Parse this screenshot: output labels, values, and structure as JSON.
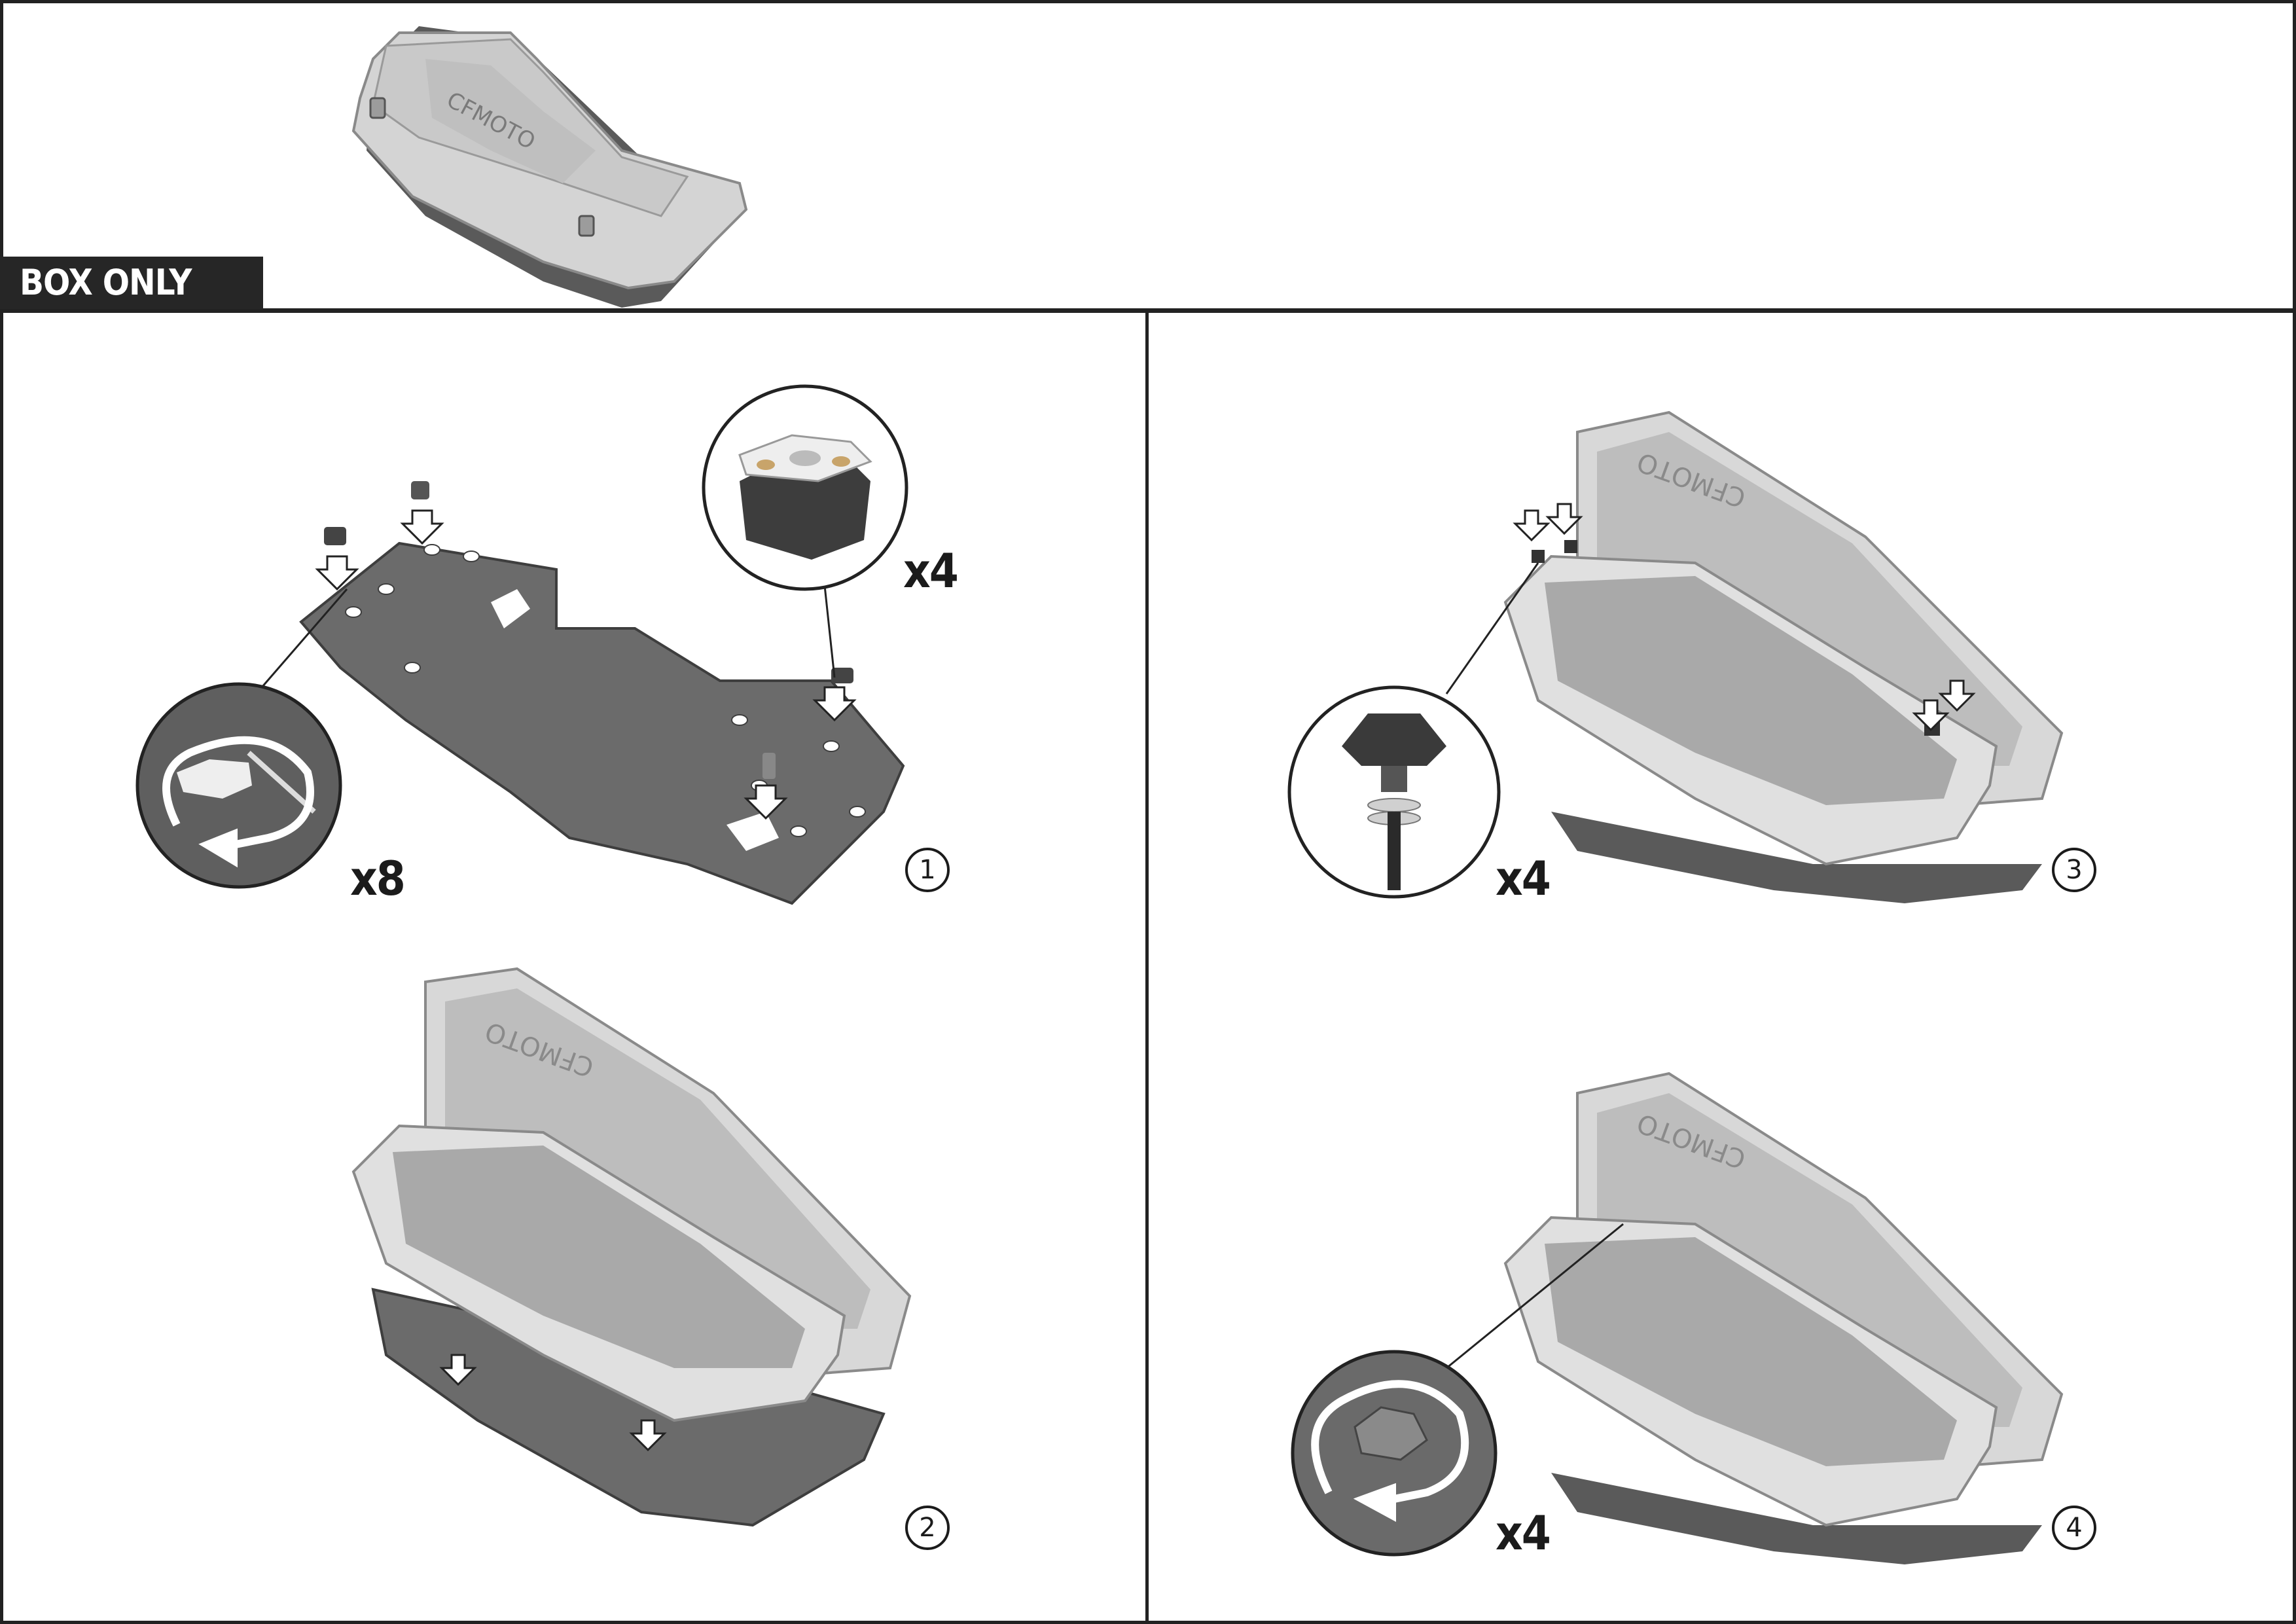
{
  "header": {
    "label": "BOX ONLY"
  },
  "steps": [
    {
      "number": "1",
      "quantities": [
        "x4",
        "x8"
      ]
    },
    {
      "number": "2"
    },
    {
      "number": "3",
      "quantities": [
        "x4"
      ]
    },
    {
      "number": "4",
      "quantities": [
        "x4"
      ]
    }
  ],
  "logo_text": "CFMOTO"
}
